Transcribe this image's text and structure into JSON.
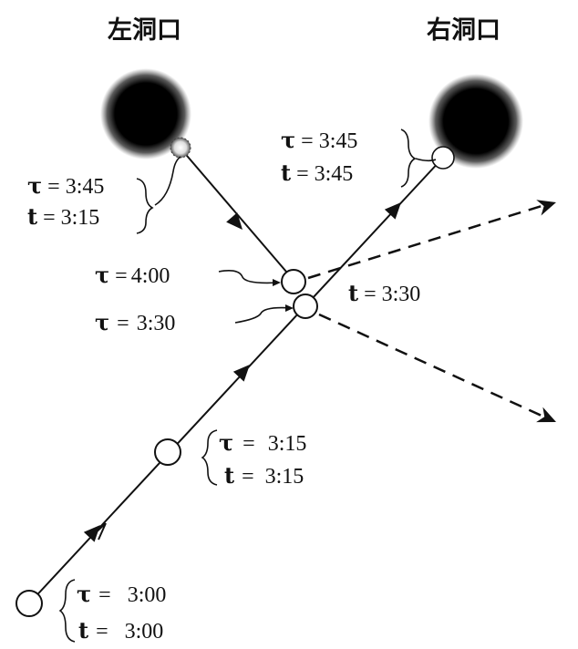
{
  "mouths": {
    "left": "左洞口",
    "right": "右洞口"
  },
  "annotations": {
    "left_exit": {
      "tau": "3:45",
      "t": "3:15"
    },
    "right_enter": {
      "tau": "3:45",
      "t": "3:45"
    },
    "tau_collide_new": {
      "tau": "4:00"
    },
    "tau_collide_old": {
      "tau": "3:30"
    },
    "t_collide": {
      "t": "3:30"
    },
    "mid": {
      "tau": "3:15",
      "t": "3:15"
    },
    "start": {
      "tau": "3:00",
      "t": "3:00"
    }
  },
  "symbols": {
    "tau": "τ",
    "t": "t",
    "eq": "="
  },
  "colors": {
    "ink": "#111111",
    "background": "#ffffff"
  }
}
